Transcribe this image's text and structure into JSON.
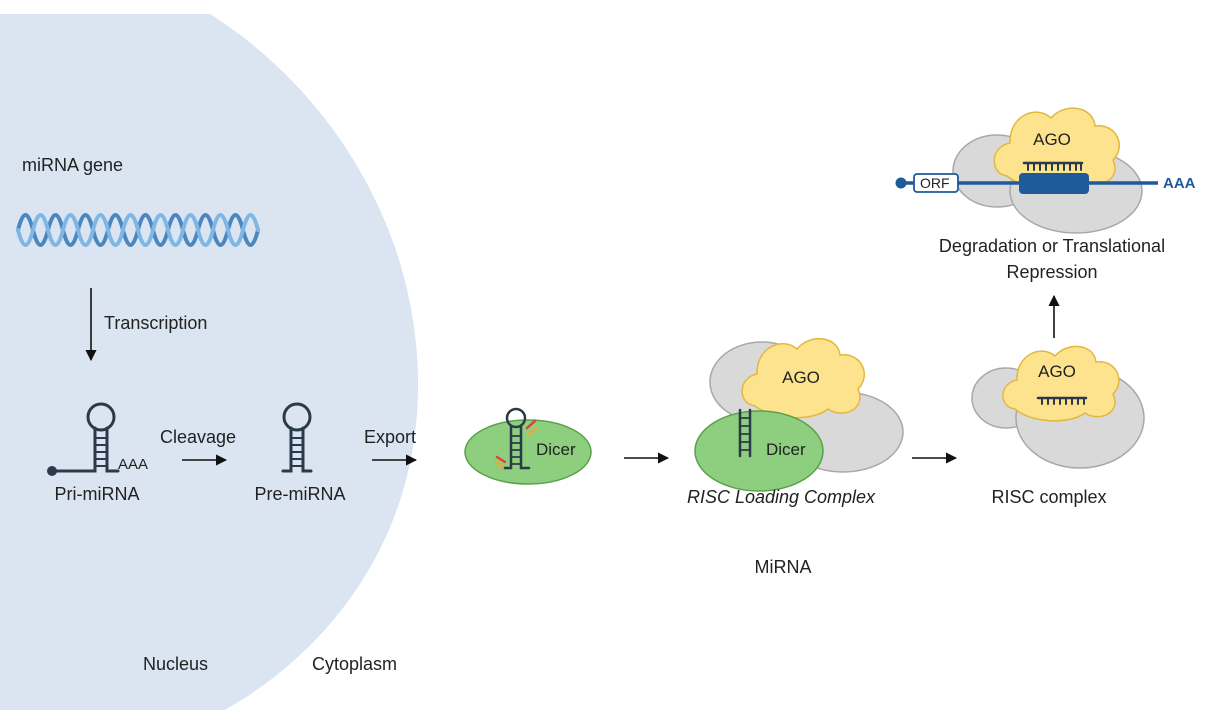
{
  "labels": {
    "mirna_gene": "miRNA gene",
    "transcription": "Transcription",
    "pri_mirna": "Pri-miRNA",
    "pri_polya": "AAA",
    "cleavage": "Cleavage",
    "pre_mirna": "Pre-miRNA",
    "export": "Export",
    "dicer": "Dicer",
    "ago": "AGO",
    "risc_loading": "RISC Loading Complex",
    "risc_complex": "RISC complex",
    "orf": "ORF",
    "mrna_polya": "AAA",
    "degradation_line1": "Degradation or Translational",
    "degradation_line2": "Repression",
    "mirna": "MiRNA",
    "nucleus": "Nucleus",
    "cytoplasm": "Cytoplasm"
  },
  "colors": {
    "nucleus_fill": "#dae5f1",
    "dicer_fill": "#8dcf7e",
    "dicer_stroke": "#5aa04b",
    "ago_fill": "#fde38e",
    "ago_stroke": "#e1b83f",
    "grey_fill": "#d9d9d9",
    "grey_stroke": "#a8a8a8",
    "hairpin": "#2b3a4a",
    "dna": "#5b9bd5",
    "mrna": "#1f5a9b"
  }
}
